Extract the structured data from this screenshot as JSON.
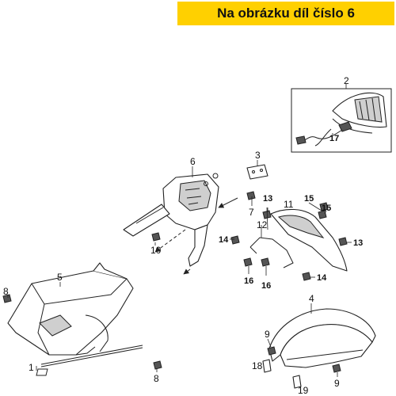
{
  "banner": {
    "text": "Na obrázku díl číslo 6",
    "color": "#ffd000"
  },
  "callouts": {
    "c1": "1",
    "c2": "2",
    "c3": "3",
    "c4": "4",
    "c5": "5",
    "c6": "6",
    "c7": "7",
    "c8_left": "8",
    "c8_bottom": "8",
    "c9_top": "9",
    "c9_bottom": "9",
    "c10": "10",
    "c11": "11",
    "c12": "12",
    "c13_a": "13",
    "c13_b": "13",
    "c14_a": "14",
    "c14_b": "14",
    "c15_a": "15",
    "c15_b": "15",
    "c16_a": "16",
    "c16_b": "16",
    "c17": "17",
    "c18": "18",
    "c19": "19"
  }
}
